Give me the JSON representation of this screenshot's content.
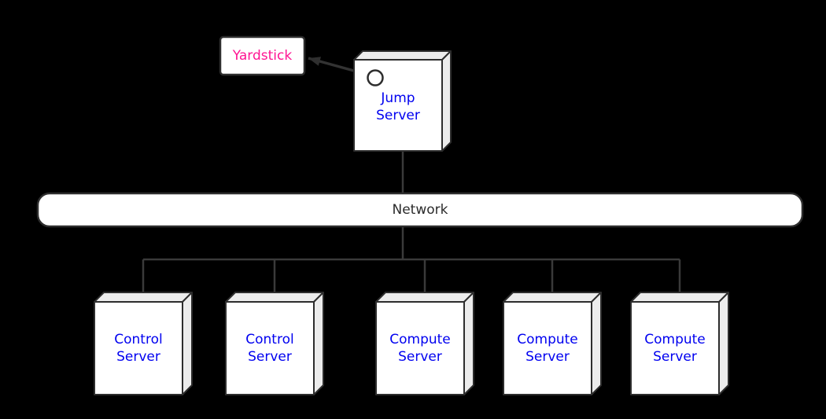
{
  "diagram": {
    "type": "network-topology",
    "nodes": {
      "yardstick": {
        "label": "Yardstick",
        "shape": "rounded-rectangle",
        "text_color": "#ff1493"
      },
      "jump_server": {
        "label": "Jump Server",
        "shape": "box3d",
        "text_color": "#0000f0",
        "port_icon": "circle"
      },
      "network": {
        "label": "Network",
        "shape": "pill",
        "text_color": "#2b2b2b"
      }
    },
    "servers": [
      {
        "label": "Control Server"
      },
      {
        "label": "Control Server"
      },
      {
        "label": "Compute Server"
      },
      {
        "label": "Compute Server"
      },
      {
        "label": "Compute Server"
      }
    ],
    "connections": [
      "Jump Server -> Yardstick (arrow)",
      "Jump Server - Network",
      "Network - Control Server #1",
      "Network - Control Server #2",
      "Network - Compute Server #1",
      "Network - Compute Server #2",
      "Network - Compute Server #3"
    ],
    "colors": {
      "background": "#000000",
      "node_fill": "#ffffff",
      "node_side_fill": "#ececec",
      "stroke": "#333333",
      "server_text": "#0000f0",
      "yardstick_text": "#ff1493",
      "network_text": "#2b2b2b"
    }
  }
}
